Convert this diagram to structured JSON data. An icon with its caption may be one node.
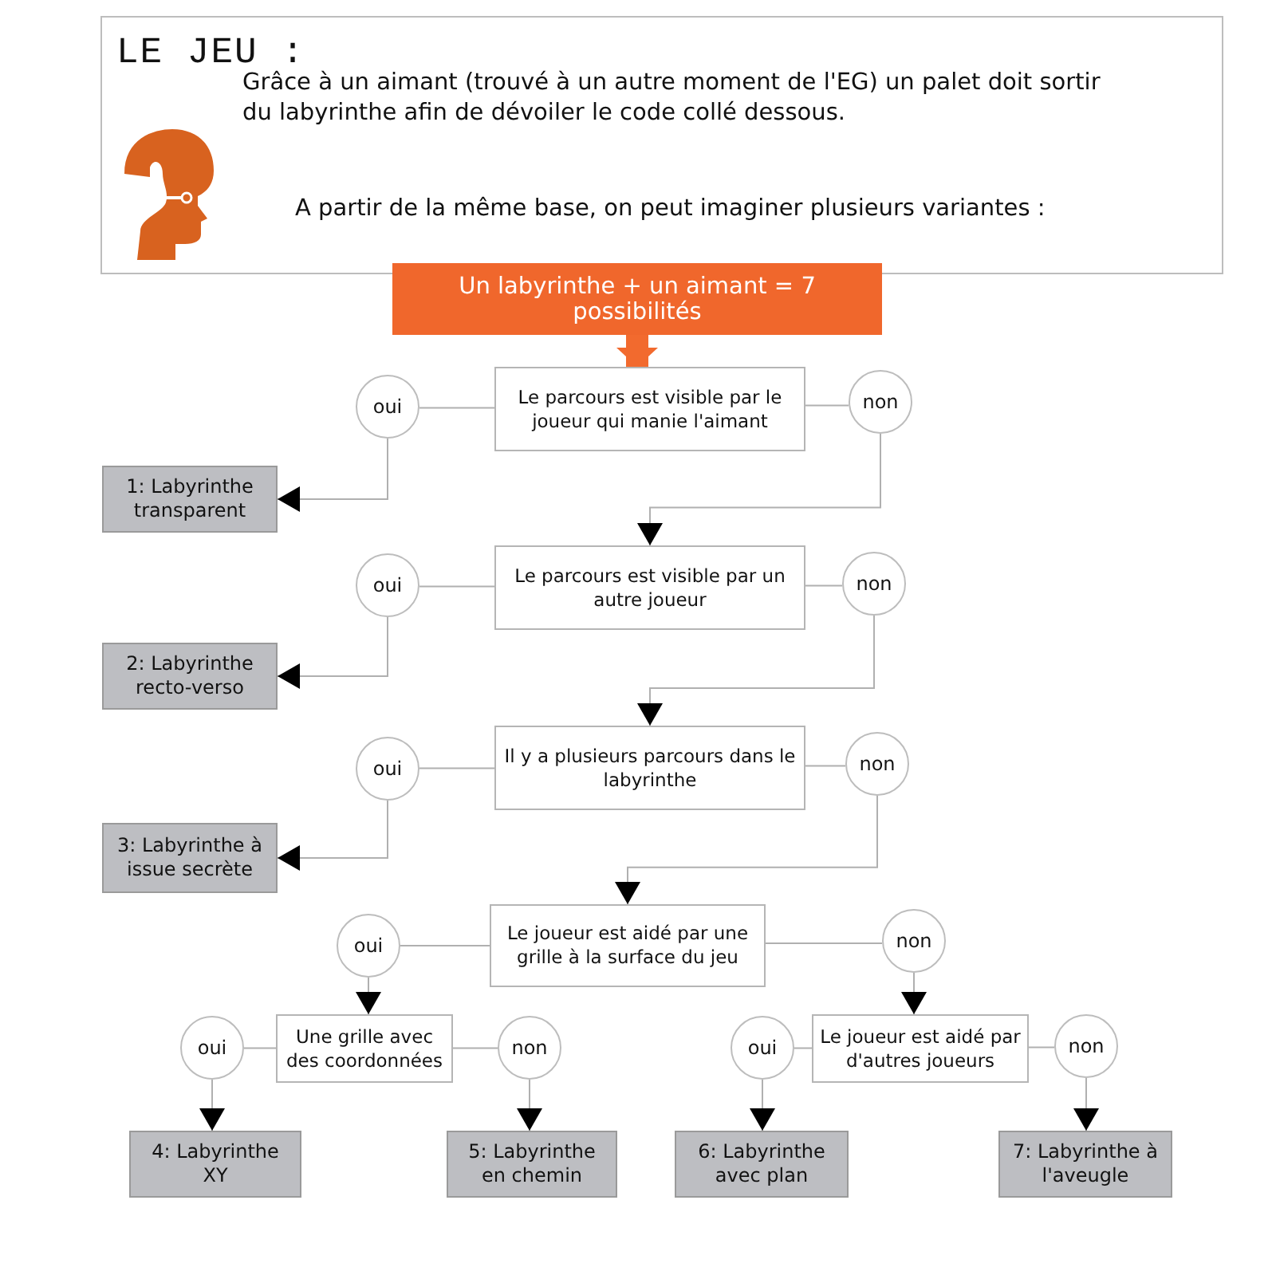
{
  "diagram": {
    "nodes": [
      {
        "text": [
          "LE JEU :",
          "Grâce à un aimant (trouvé à un autre moment de l'EG) un palet doit sortir du labyrinthe afin de dévoiler le code collé dessous.",
          "A partir de la même base, on peut imaginer plusieurs variantes :"
        ]
      },
      {
        "text": [
          "Un labyrinthe + un aimant = 7 possibilités"
        ]
      },
      {
        "text": [
          "Le parcours est visible par le joueur qui manie l'aimant"
        ]
      },
      {
        "text": [
          "oui"
        ]
      },
      {
        "text": [
          "non"
        ]
      },
      {
        "text": [
          "1: Labyrinthe transparent"
        ]
      },
      {
        "text": [
          "Le parcours est visible par un autre joueur"
        ]
      },
      {
        "text": [
          "oui"
        ]
      },
      {
        "text": [
          "non"
        ]
      },
      {
        "text": [
          "2: Labyrinthe recto-verso"
        ]
      },
      {
        "text": [
          "Il y a plusieurs parcours dans le labyrinthe"
        ]
      },
      {
        "text": [
          "oui"
        ]
      },
      {
        "text": [
          "non"
        ]
      },
      {
        "text": [
          "3: Labyrinthe à issue secrète"
        ]
      },
      {
        "text": [
          "Le joueur est aidé par une grille à la surface du jeu"
        ]
      },
      {
        "text": [
          "oui"
        ]
      },
      {
        "text": [
          "non"
        ]
      },
      {
        "text": [
          "Une grille avec des coordonnées"
        ]
      },
      {
        "text": [
          "oui"
        ]
      },
      {
        "text": [
          "non"
        ]
      },
      {
        "text": [
          "Le joueur est aidé par d'autres joueurs"
        ]
      },
      {
        "text": [
          "oui"
        ]
      },
      {
        "text": [
          "non"
        ]
      },
      {
        "text": [
          "4: Labyrinthe XY"
        ]
      },
      {
        "text": [
          "5: Labyrinthe en chemin"
        ]
      },
      {
        "text": [
          "6: Labyrinthe avec plan"
        ]
      },
      {
        "text": [
          "7: Labyrinthe à l'aveugle"
        ]
      }
    ],
    "edges": [
      {
        "from": 1,
        "to": 2,
        "arrow": "to",
        "style": "thick",
        "color": "#f26a2e"
      },
      {
        "from": 2,
        "to": 3,
        "arrow": "none"
      },
      {
        "from": 2,
        "to": 4,
        "arrow": "none"
      },
      {
        "from": 3,
        "to": 5,
        "arrow": "to"
      },
      {
        "from": 4,
        "to": 6,
        "arrow": "to"
      },
      {
        "from": 6,
        "to": 7,
        "arrow": "none"
      },
      {
        "from": 6,
        "to": 8,
        "arrow": "none"
      },
      {
        "from": 7,
        "to": 9,
        "arrow": "to"
      },
      {
        "from": 8,
        "to": 10,
        "arrow": "to"
      },
      {
        "from": 10,
        "to": 11,
        "arrow": "none"
      },
      {
        "from": 10,
        "to": 12,
        "arrow": "none"
      },
      {
        "from": 11,
        "to": 13,
        "arrow": "to"
      },
      {
        "from": 12,
        "to": 14,
        "arrow": "to"
      },
      {
        "from": 14,
        "to": 15,
        "arrow": "none"
      },
      {
        "from": 14,
        "to": 16,
        "arrow": "none"
      },
      {
        "from": 15,
        "to": 17,
        "arrow": "to"
      },
      {
        "from": 16,
        "to": 20,
        "arrow": "to"
      },
      {
        "from": 17,
        "to": 18,
        "arrow": "none"
      },
      {
        "from": 17,
        "to": 19,
        "arrow": "none"
      },
      {
        "from": 18,
        "to": 23,
        "arrow": "to"
      },
      {
        "from": 19,
        "to": 24,
        "arrow": "to"
      },
      {
        "from": 20,
        "to": 21,
        "arrow": "none"
      },
      {
        "from": 20,
        "to": 22,
        "arrow": "none"
      },
      {
        "from": 21,
        "to": 25,
        "arrow": "to"
      },
      {
        "from": 22,
        "to": 26,
        "arrow": "to"
      }
    ]
  }
}
